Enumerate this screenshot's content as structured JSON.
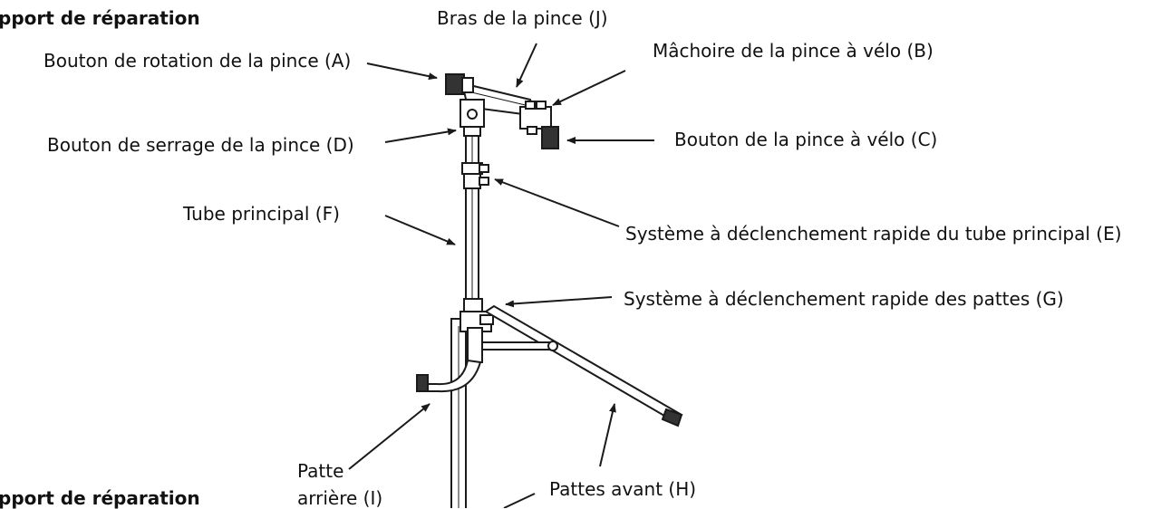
{
  "headings": {
    "top": "pport de réparation",
    "bottom": "pport de réparation"
  },
  "labels": {
    "A": "Bouton de rotation de la pince (A)",
    "J": "Bras de la pince (J)",
    "B": "Mâchoire de la pince à vélo (B)",
    "C": "Bouton de la pince à vélo (C)",
    "D": "Bouton de serrage de la pince (D)",
    "F": "Tube principal (F)",
    "E": "Système à déclenchement rapide du tube principal (E)",
    "G": "Système à déclenchement rapide des pattes (G)",
    "I_line1": "Patte",
    "I_line2": "arrière (I)",
    "H": "Pattes avant (H)"
  },
  "colors": {
    "line": "#1a1a1a",
    "text": "#111111",
    "background": "#ffffff"
  }
}
